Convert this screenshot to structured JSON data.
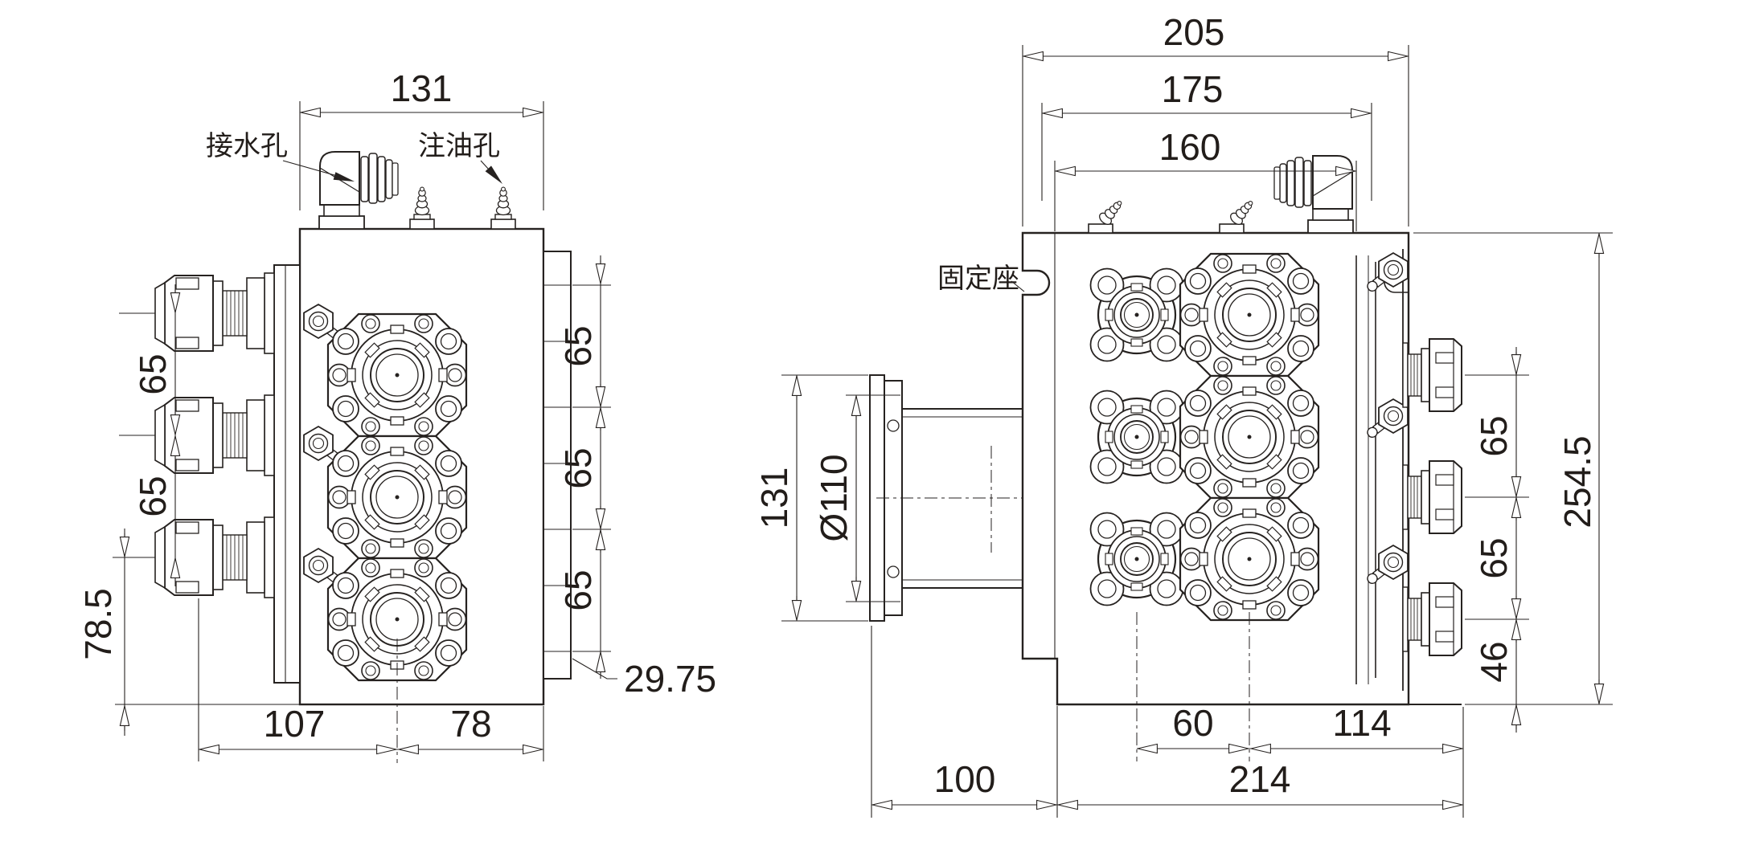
{
  "title": "multi-spindle-head-drawing",
  "left_view": {
    "top_width": "131",
    "collet_pitch_a": "65",
    "collet_pitch_b": "65",
    "bottom_offset": "78.5",
    "right_step_a": "65",
    "right_step_b": "65",
    "right_step_c": "65",
    "edge_offset": "29.75",
    "bottom_front": "107",
    "bottom_rear": "78",
    "water_label": "接水孔",
    "oil_label": "注油孔"
  },
  "right_view": {
    "depth_total": "205",
    "depth_mid": "175",
    "depth_inner": "160",
    "flange_height": "131",
    "flange_circle": "Ø110",
    "fixing_seat_label": "固定座",
    "spindle_pitch_a": "65",
    "spindle_pitch_b": "65",
    "bottom_gap": "46",
    "height_total": "254.5",
    "column_pitch": "60",
    "center_to_edge": "114",
    "flange_offset": "100",
    "body_depth": "214"
  }
}
